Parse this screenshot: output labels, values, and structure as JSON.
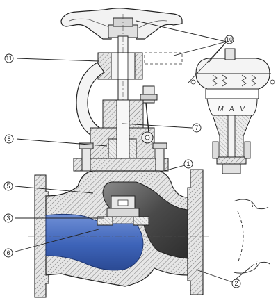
{
  "diagram": {
    "callouts": [
      {
        "id": "10",
        "text": "10"
      },
      {
        "id": "11",
        "text": "11"
      },
      {
        "id": "7",
        "text": "7"
      },
      {
        "id": "8",
        "text": "8"
      },
      {
        "id": "1",
        "text": "1"
      },
      {
        "id": "5",
        "text": "5"
      },
      {
        "id": "3",
        "text": "3"
      },
      {
        "id": "6",
        "text": "6"
      },
      {
        "id": "2",
        "text": "2"
      }
    ],
    "actuator_label": "M A V"
  },
  "colors": {
    "flow_blue": "#3d63b8",
    "flow_grey": "#4a4a4a",
    "hatch": "#777777",
    "line": "#222222",
    "background": "#ffffff"
  }
}
